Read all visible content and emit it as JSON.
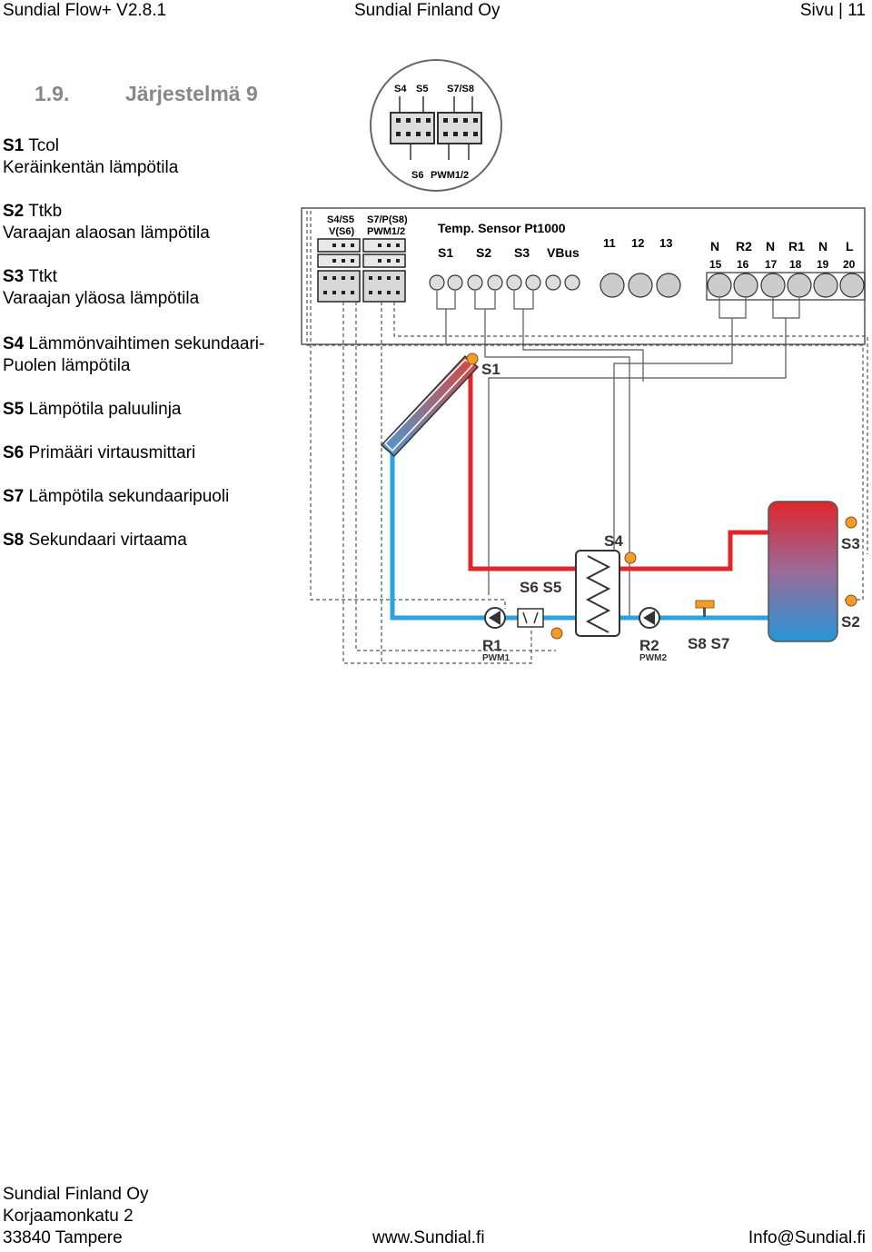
{
  "header": {
    "left": "Sundial Flow+ V2.8.1",
    "center": "Sundial Finland Oy",
    "right": "Sivu | 11"
  },
  "section": {
    "number": "1.9.",
    "title": "Järjestelmä 9"
  },
  "legend": [
    {
      "code": "S1",
      "name": "Tcol",
      "desc": "Keräinkentän lämpötila"
    },
    {
      "code": "S2",
      "name": "Ttkb",
      "desc": "Varaajan alaosan lämpötila"
    },
    {
      "code": "S3",
      "name": "Ttkt",
      "desc": "Varaajan yläosa lämpötila"
    },
    {
      "code": "S4",
      "name": "Lämmönvaihtimen sekundaari-",
      "desc": "Puolen lämpötila"
    },
    {
      "code": "S5",
      "name": "Lämpötila paluulinja",
      "desc": ""
    },
    {
      "code": "S6",
      "name": "Primääri virtausmittari",
      "desc": ""
    },
    {
      "code": "S7",
      "name": "Lämpötila sekundaaripuoli",
      "desc": ""
    },
    {
      "code": "S8",
      "name": "Sekundaari virtaama",
      "desc": ""
    }
  ],
  "diagram": {
    "zoom_labels": [
      "S4",
      "S5",
      "S7/S8",
      "S6",
      "PWM1/2"
    ],
    "connector_labels": [
      "S4/S5",
      "V(S6)",
      "S7/P(S8)",
      "PWM1/2"
    ],
    "sensor_header": "Temp. Sensor Pt1000",
    "terminal_labels": [
      "S1",
      "S2",
      "S3",
      "VBus"
    ],
    "ground_numbers": [
      "11",
      "12",
      "13"
    ],
    "power_top": [
      "N",
      "R2",
      "N",
      "R1",
      "N",
      "L"
    ],
    "power_bottom": [
      "15",
      "16",
      "17",
      "18",
      "19",
      "20"
    ],
    "field_labels": {
      "s1": "S1",
      "s2": "S2",
      "s3": "S3",
      "s4": "S4",
      "s6s5": "S6 S5",
      "s8s7": "S8 S7",
      "r1": "R1",
      "pwm1": "PWM1",
      "r2": "R2",
      "pwm2": "PWM2"
    },
    "colors": {
      "hot": "#e0262b",
      "cold": "#29a3e0",
      "sensor": "#f39c2b",
      "wire": "#555555"
    }
  },
  "footer": {
    "company": "Sundial Finland Oy",
    "street": "Korjaamonkatu 2",
    "city": "33840 Tampere",
    "web": "www.Sundial.fi",
    "email": "Info@Sundial.fi"
  }
}
